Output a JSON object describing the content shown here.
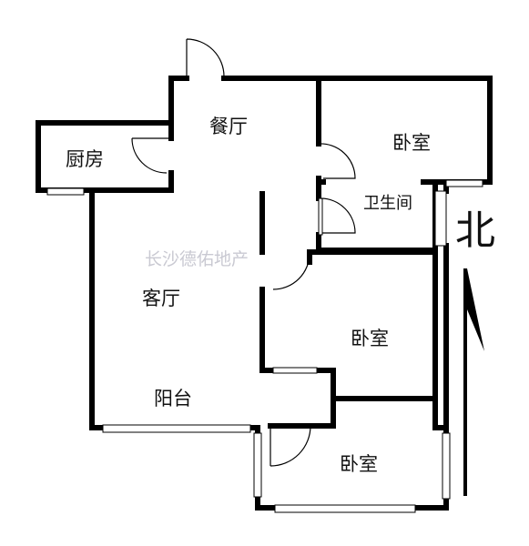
{
  "rooms": {
    "dining": "餐厅",
    "bedroom_top": "卧室",
    "kitchen": "厨房",
    "bathroom": "卫生间",
    "living": "客厅",
    "bedroom_mid": "卧室",
    "balcony": "阳台",
    "bedroom_bottom": "卧室"
  },
  "north": "北",
  "watermark": "长沙德佑地产",
  "colors": {
    "wall": "#000000",
    "background": "#ffffff",
    "watermark": "#c9c9d2"
  }
}
